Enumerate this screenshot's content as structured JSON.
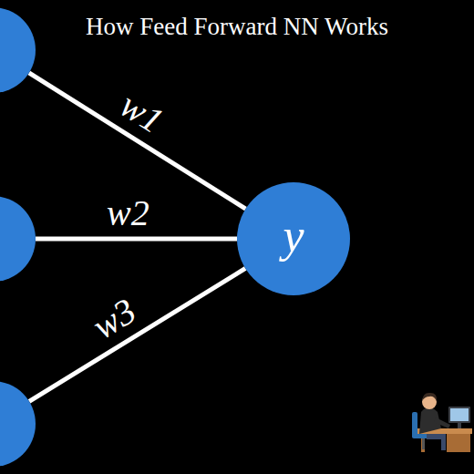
{
  "diagram": {
    "title": "How Feed Forward NN Works",
    "nodes": [
      {
        "text": []
      },
      {
        "text": []
      },
      {
        "text": []
      },
      {
        "text": [
          "y"
        ]
      }
    ],
    "edges": [
      {
        "from": 0,
        "to": 3,
        "arrow": "none",
        "label": "w1"
      },
      {
        "from": 1,
        "to": 3,
        "arrow": "none",
        "label": "w2"
      },
      {
        "from": 2,
        "to": 3,
        "arrow": "none",
        "label": "w3"
      }
    ]
  }
}
